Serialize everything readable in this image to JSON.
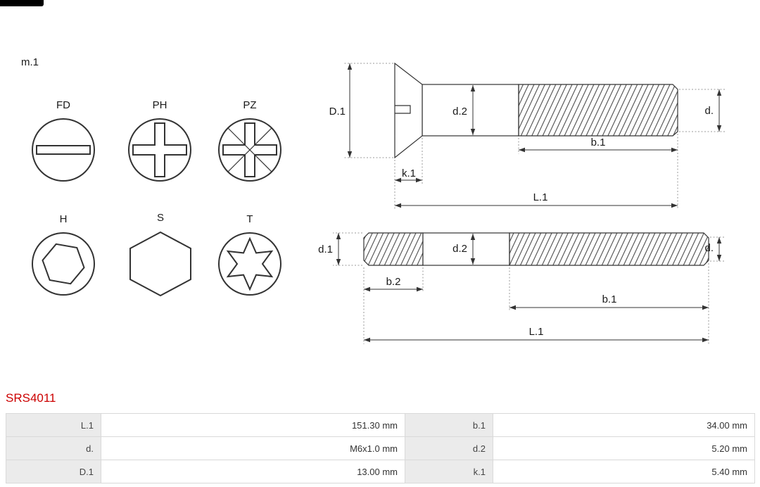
{
  "header": {
    "m_label": "m.1"
  },
  "head_types": {
    "fd": "FD",
    "ph": "PH",
    "pz": "PZ",
    "h": "H",
    "s": "S",
    "t": "T"
  },
  "dims": {
    "screw": {
      "D1": "D.1",
      "d2": "d.2",
      "d": "d.",
      "b1": "b.1",
      "k1": "k.1",
      "L1": "L.1"
    },
    "stud": {
      "d1": "d.1",
      "d2": "d.2",
      "d": "d.",
      "b2": "b.2",
      "b1": "b.1",
      "L1": "L.1"
    }
  },
  "product": {
    "code": "SRS4011"
  },
  "spec_table": {
    "rows": [
      {
        "label_left": "L.1",
        "value_left": "151.30 mm",
        "label_right": "b.1",
        "value_right": "34.00 mm"
      },
      {
        "label_left": "d.",
        "value_left": "M6x1.0 mm",
        "label_right": "d.2",
        "value_right": "5.20 mm"
      },
      {
        "label_left": "D.1",
        "value_left": "13.00 mm",
        "label_right": "k.1",
        "value_right": "5.40 mm"
      }
    ]
  },
  "colors": {
    "product_code": "#cc0000",
    "drawing_line": "#333333",
    "table_label_bg": "#ebebeb"
  }
}
